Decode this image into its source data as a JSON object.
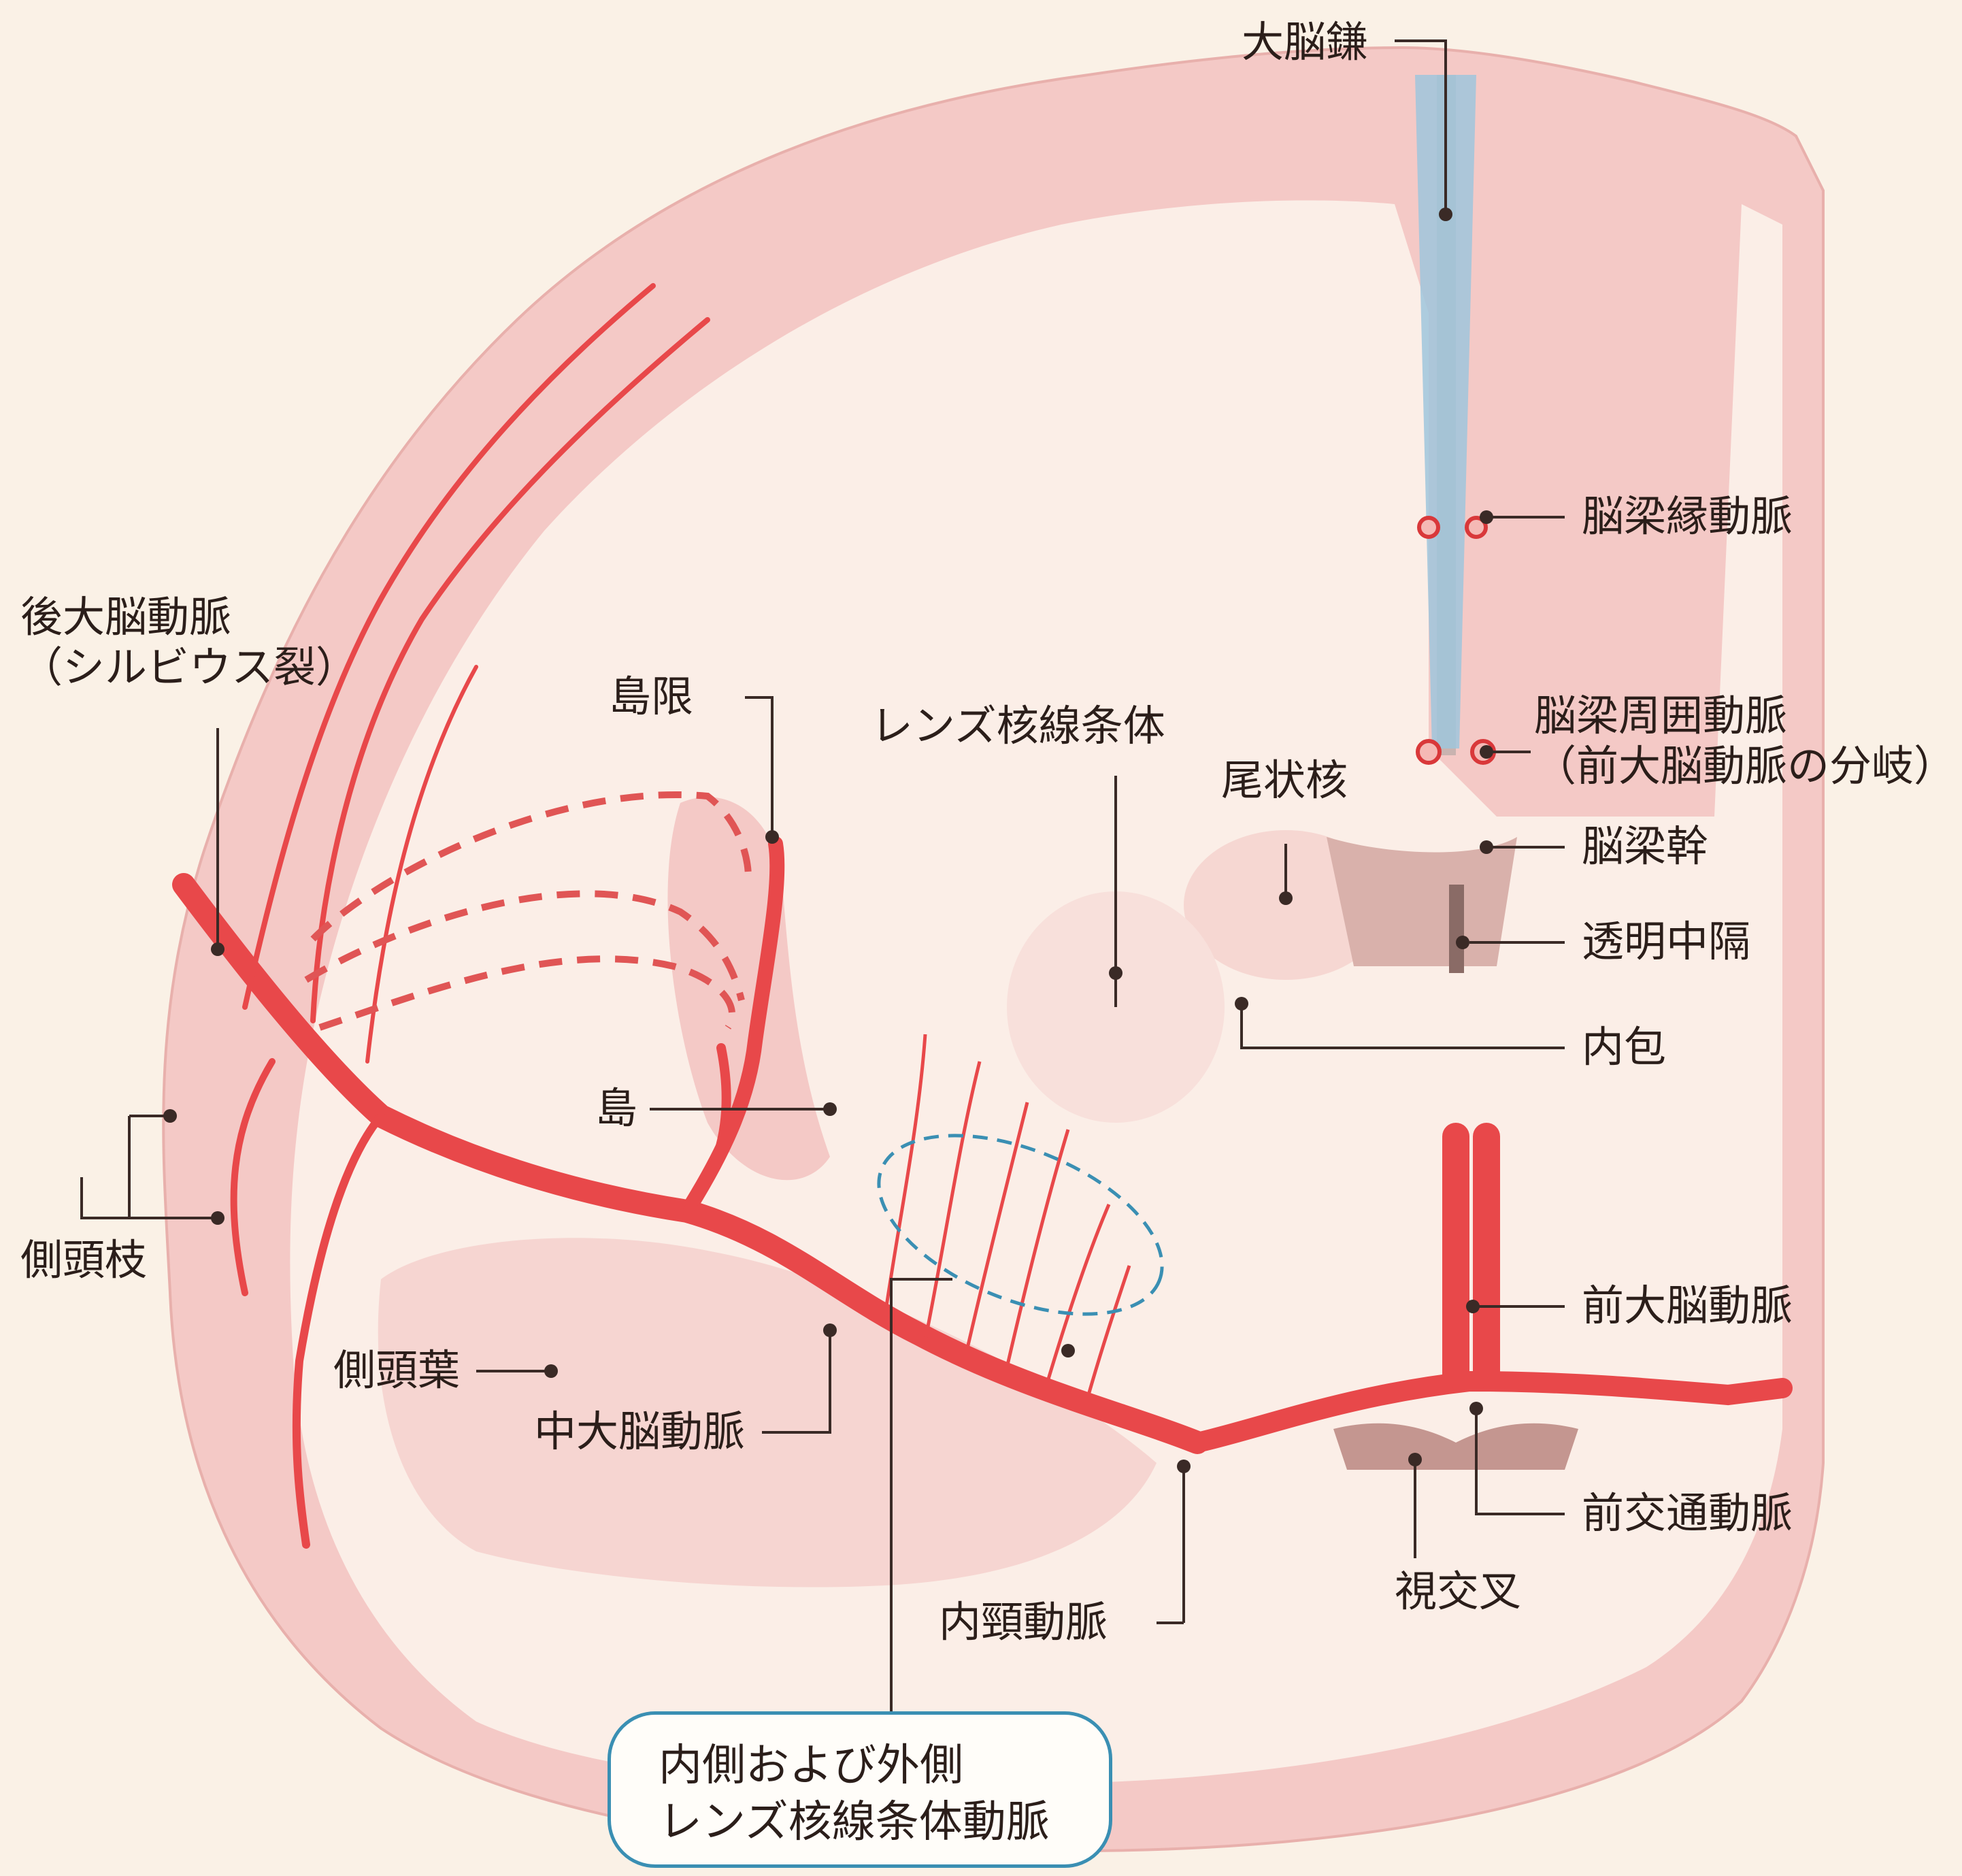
{
  "labels": {
    "falx": "大脳鎌",
    "callosomarginal": "脳梁縁動脈",
    "pericallosal_line1": "脳梁周囲動脈",
    "pericallosal_line2": "（前大脳動脈の分岐）",
    "caudate": "尾状核",
    "lenticulostriate_body": "レンズ核線条体",
    "corpus_callosum_trunk": "脳梁幹",
    "septum_pellucidum": "透明中隔",
    "internal_capsule": "内包",
    "insular_limen": "島限",
    "insula": "島",
    "posterior_cerebral_line1": "後大脳動脈",
    "posterior_cerebral_line2": "（シルビウス裂）",
    "temporal_branch": "側頭枝",
    "temporal_lobe": "側頭葉",
    "middle_cerebral": "中大脳動脈",
    "anterior_cerebral": "前大脳動脈",
    "anterior_communicating": "前交通動脈",
    "optic_chiasm": "視交叉",
    "internal_carotid": "内頸動脈",
    "callout_line1": "内側および外側",
    "callout_line2": "レンズ核線条体動脈"
  },
  "colors": {
    "background": "#faf1e6",
    "cortex": "#f4c9c6",
    "white_matter": "#fbeee7",
    "artery": "#e8484a",
    "falx": "#9fc6dc",
    "leader": "#3a2a26",
    "callout_border": "#3a8fb3"
  }
}
